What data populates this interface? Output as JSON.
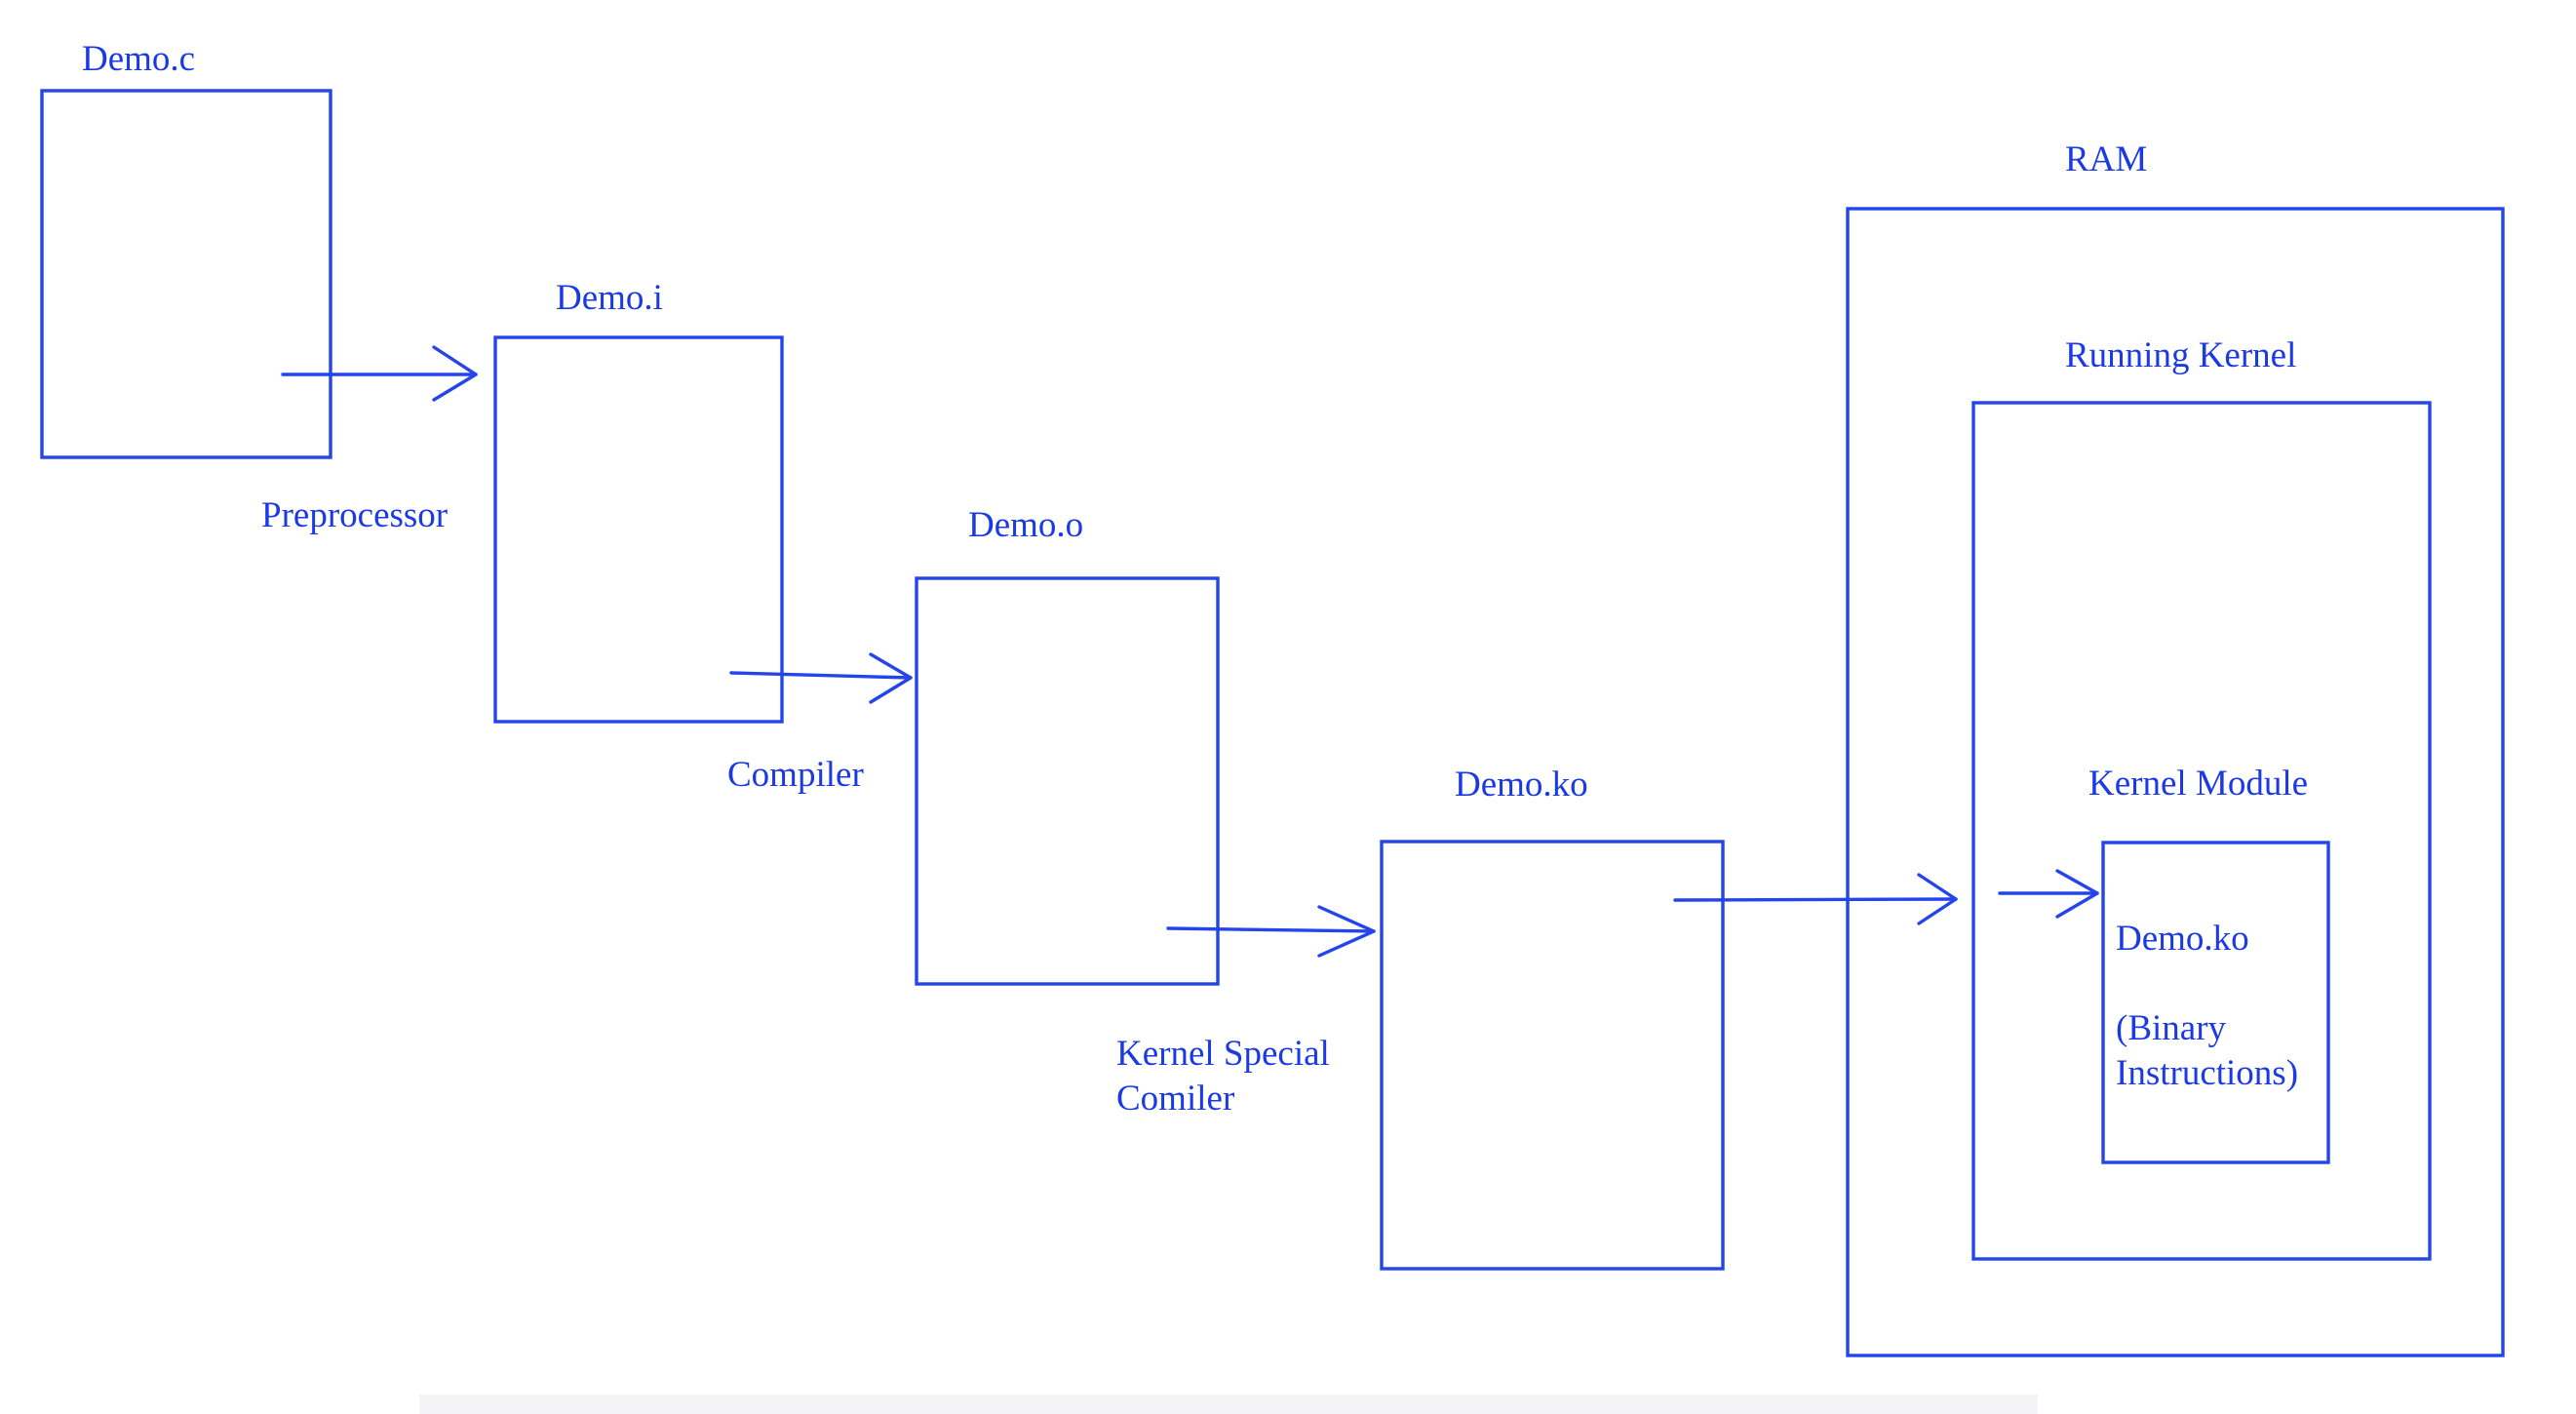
{
  "diagram": {
    "source_label": "Demo.c",
    "preprocessed_label": "Demo.i",
    "object_label": "Demo.o",
    "module_label": "Demo.ko",
    "ram_label": "RAM",
    "running_kernel_label": "Running Kernel",
    "kernel_module_label": "Kernel Module",
    "inner_module_name": "Demo.ko",
    "inner_binary_line1": "(Binary",
    "inner_binary_line2": "Instructions)",
    "step1_label": "Preprocessor",
    "step2_label": "Compiler",
    "step3_label_line1": "Kernel Special",
    "step3_label_line2": "Comiler"
  },
  "colors": {
    "stroke": "#2345ea",
    "text": "#1b3ae6",
    "background": "#ffffff"
  }
}
